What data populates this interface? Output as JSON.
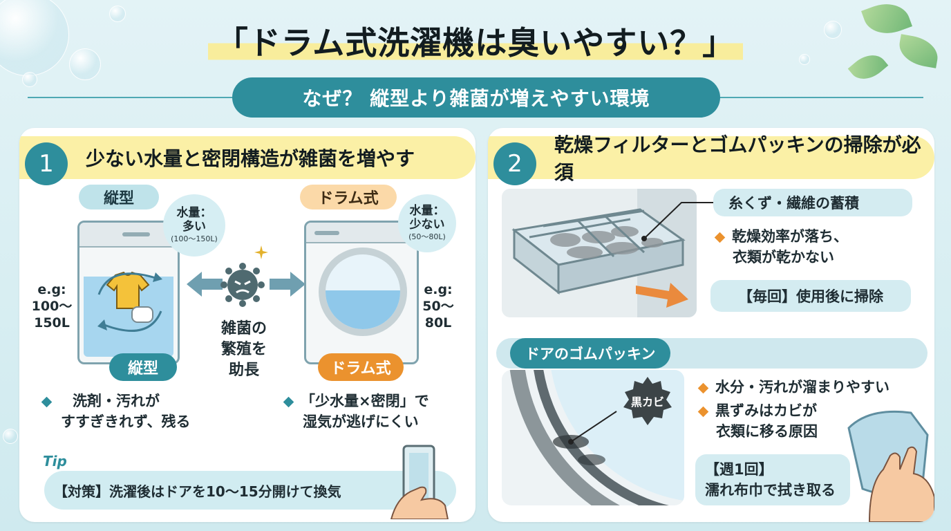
{
  "header": {
    "title": "「ドラム式洗濯機は臭いやすい？」",
    "subtitle": "なぜ？ 縦型より雑菌が増えやすい環境"
  },
  "panel1": {
    "number": "1",
    "heading": "少ない水量と密閉構造が雑菌を増やす",
    "vertical": {
      "label_top": "縦型",
      "label_bottom": "縦型",
      "water_title_1": "水量：",
      "water_title_2": "多い",
      "water_range": "(100〜150L)",
      "eg_label": "e.g:",
      "eg_value_1": "100〜",
      "eg_value_2": "150L"
    },
    "drum": {
      "label_top": "ドラム式",
      "label_bottom": "ドラム式",
      "water_title_1": "水量：",
      "water_title_2": "少ない",
      "water_range": "(50〜80L)",
      "eg_label": "e.g:",
      "eg_value_1": "50〜",
      "eg_value_2": "80L"
    },
    "center_line1": "雑菌の",
    "center_line2": "繁殖を",
    "center_line3": "助長",
    "bullet_left_1": "洗剤・汚れが",
    "bullet_left_2": "すすぎきれず、残る",
    "bullet_right_1": "「少水量×密閉」で",
    "bullet_right_2": "湿気が逃げにくい",
    "tip_label": "Tip",
    "tip_text": "【対策】洗濯後はドアを10〜15分開けて換気"
  },
  "panel2": {
    "number": "2",
    "heading": "乾燥フィルターとゴムパッキンの掃除が必須",
    "filter_note": "糸くず・繊維の蓄積",
    "filter_bullet_1": "乾燥効率が落ち、",
    "filter_bullet_2": "衣類が乾かない",
    "filter_freq": "【毎回】使用後に掃除",
    "gasket_heading": "ドアのゴムパッキン",
    "mold_label": "黒カビ",
    "gasket_bullet_1": "水分・汚れが溜まりやすい",
    "gasket_bullet_2a": "黒ずみはカビが",
    "gasket_bullet_2b": "衣類に移る原因",
    "gasket_freq_1": "【週1回】",
    "gasket_freq_2": "濡れ布巾で拭き取る"
  },
  "colors": {
    "teal": "#2e8e9c",
    "orange": "#eb922e",
    "highlight": "#fbf0a6",
    "background": "#d9eff3"
  },
  "icons": [
    "germ-icon",
    "arrow-left-icon",
    "arrow-right-icon",
    "sparkle-icon",
    "shirt-icon",
    "cloth-icon",
    "hand-icon",
    "arrow-out-icon"
  ]
}
